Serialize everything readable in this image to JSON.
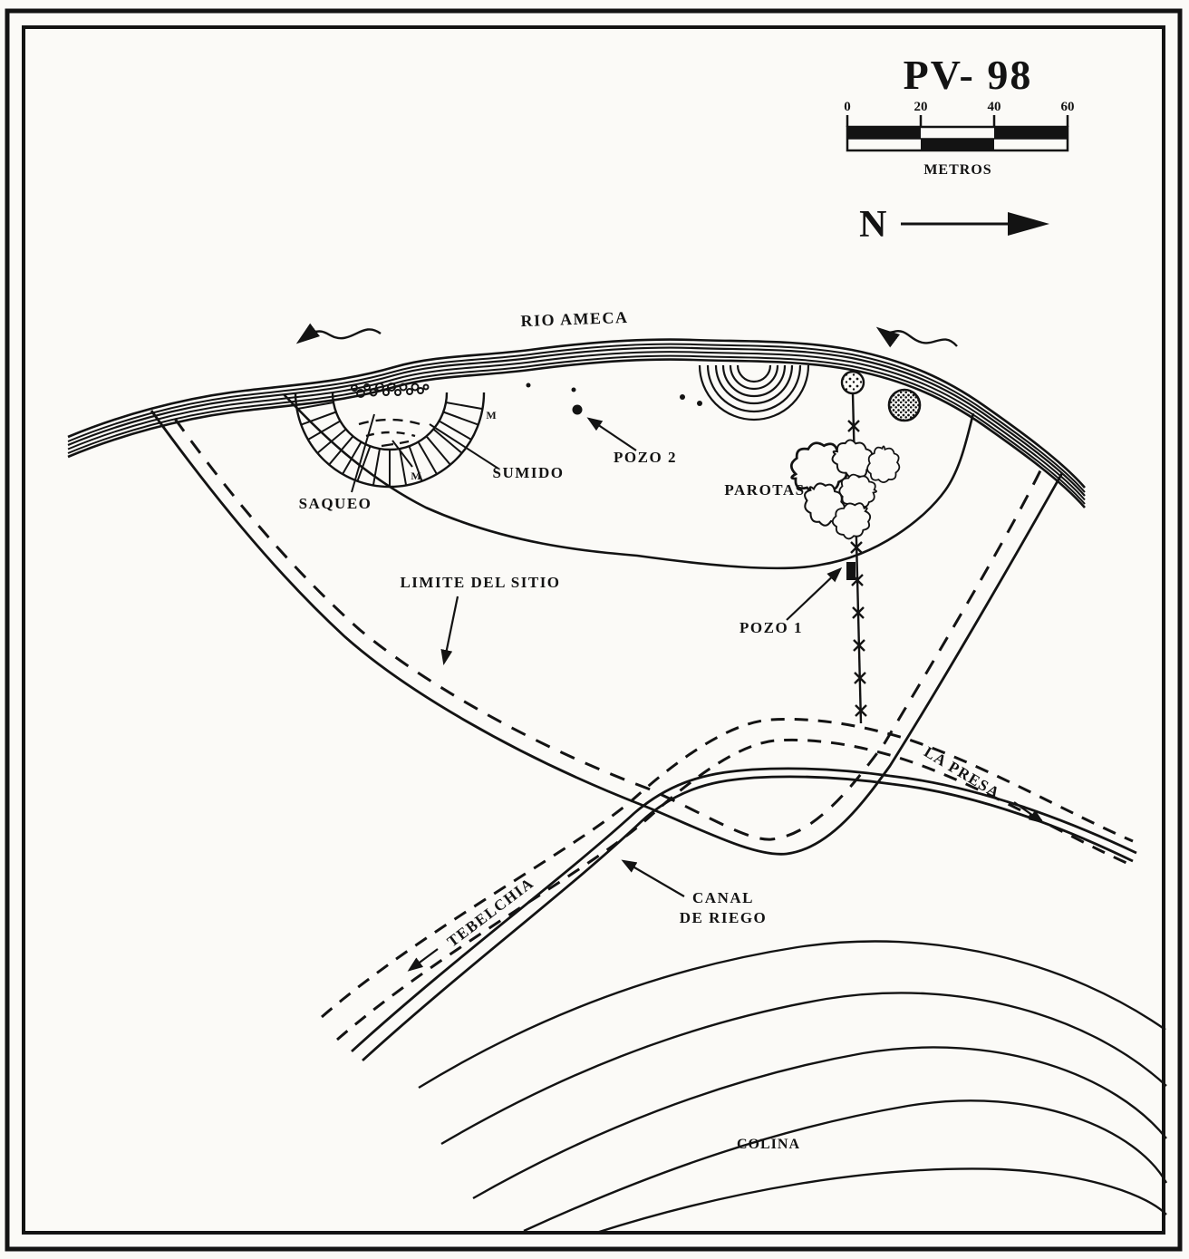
{
  "page": {
    "background": "#fbfaf7",
    "ink_color": "#131313"
  },
  "map": {
    "title": "PV- 98",
    "scale_bar": {
      "tick_labels": [
        "0",
        "20",
        "40",
        "60"
      ],
      "unit": "METROS"
    },
    "north_arrow": {
      "label": "N"
    },
    "features": {
      "river_label": "RIO AMECA",
      "saqueo_label": "SAQUEO",
      "sumido_label": "SUMIDO",
      "pozo_2_label": "POZO 2",
      "pozo_1_label": "POZO 1",
      "parotas_label": "PAROTAS",
      "site_limit_label": "LIMITE DEL SITIO",
      "la_presa_label": "LA PRESA",
      "tebelchia_label": "TEBELCHIA",
      "canal_label_line1": "CANAL",
      "canal_label_line2": "DE RIEGO",
      "colina_label": "COLINA",
      "m_marker": "M"
    }
  }
}
